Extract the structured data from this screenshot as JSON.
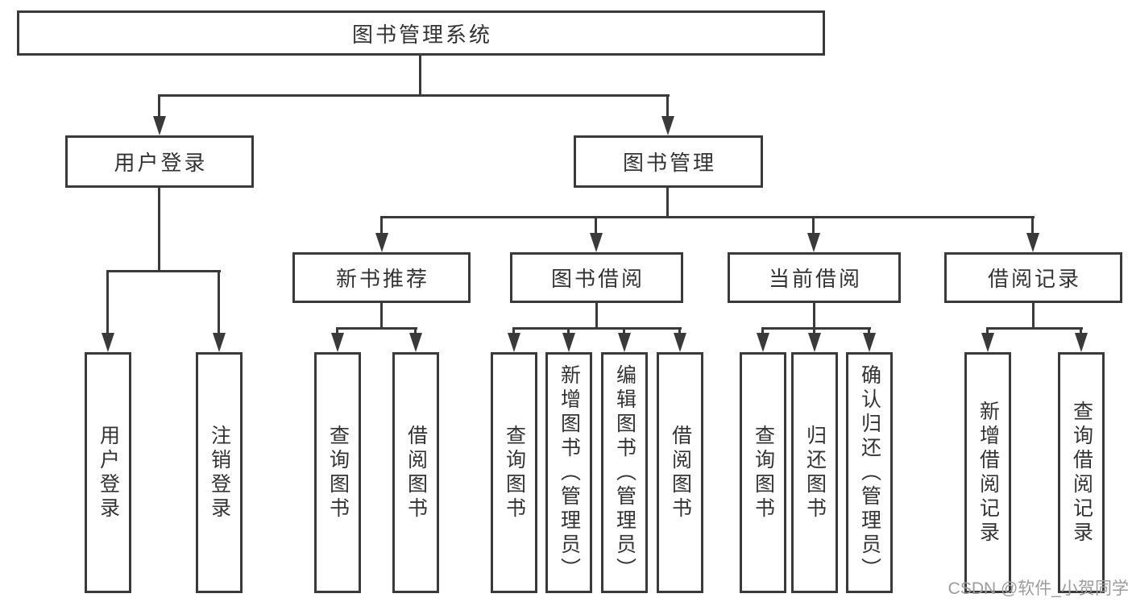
{
  "tree": {
    "label": "图书管理系统",
    "children": [
      {
        "label": "用户登录",
        "children": [
          {
            "label": "用户登录"
          },
          {
            "label": "注销登录"
          }
        ]
      },
      {
        "label": "图书管理",
        "children": [
          {
            "label": "新书推荐",
            "children": [
              {
                "label": "查询图书"
              },
              {
                "label": "借阅图书"
              }
            ]
          },
          {
            "label": "图书借阅",
            "children": [
              {
                "label": "查询图书"
              },
              {
                "label": "新增图书（管理员）"
              },
              {
                "label": "编辑图书（管理员）"
              },
              {
                "label": "借阅图书"
              }
            ]
          },
          {
            "label": "当前借阅",
            "children": [
              {
                "label": "查询图书"
              },
              {
                "label": "归还图书"
              },
              {
                "label": "确认归还（管理员）"
              }
            ]
          },
          {
            "label": "借阅记录",
            "children": [
              {
                "label": "新增借阅记录"
              },
              {
                "label": "查询借阅记录"
              }
            ]
          }
        ]
      }
    ]
  },
  "watermark": {
    "text": "CSDN @软件_小贺同学"
  },
  "colors": {
    "line": "#3a3a3a",
    "text": "#333333",
    "watermark": "#9c9c9c",
    "background": "#ffffff"
  }
}
